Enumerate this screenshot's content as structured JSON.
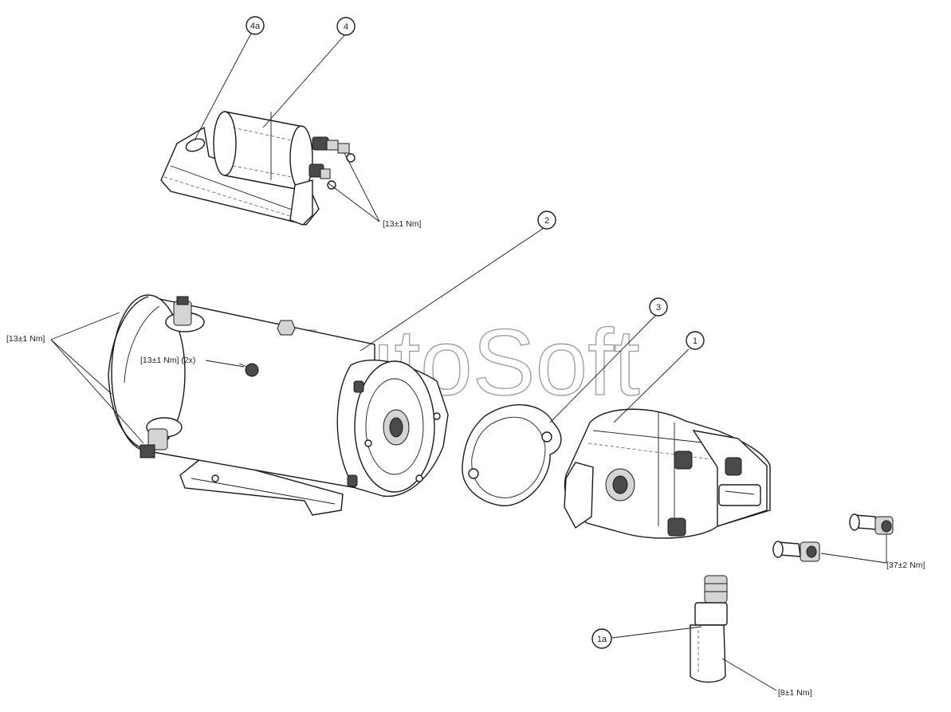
{
  "watermark": "AutoSoft",
  "callouts": [
    {
      "id": "c-4a",
      "label": "4a"
    },
    {
      "id": "c-4",
      "label": "4"
    },
    {
      "id": "c-2",
      "label": "2"
    },
    {
      "id": "c-3",
      "label": "3"
    },
    {
      "id": "c-1",
      "label": "1"
    },
    {
      "id": "c-1a",
      "label": "1a"
    }
  ],
  "torques": {
    "solenoid_terminals": "[13±1 Nm]",
    "motor_terminals": "[13±1 Nm]",
    "motor_bolts": "[13±1 Nm] (2x)",
    "pump_fittings": "[37±2 Nm]",
    "valve": "[8±1 Nm]"
  }
}
